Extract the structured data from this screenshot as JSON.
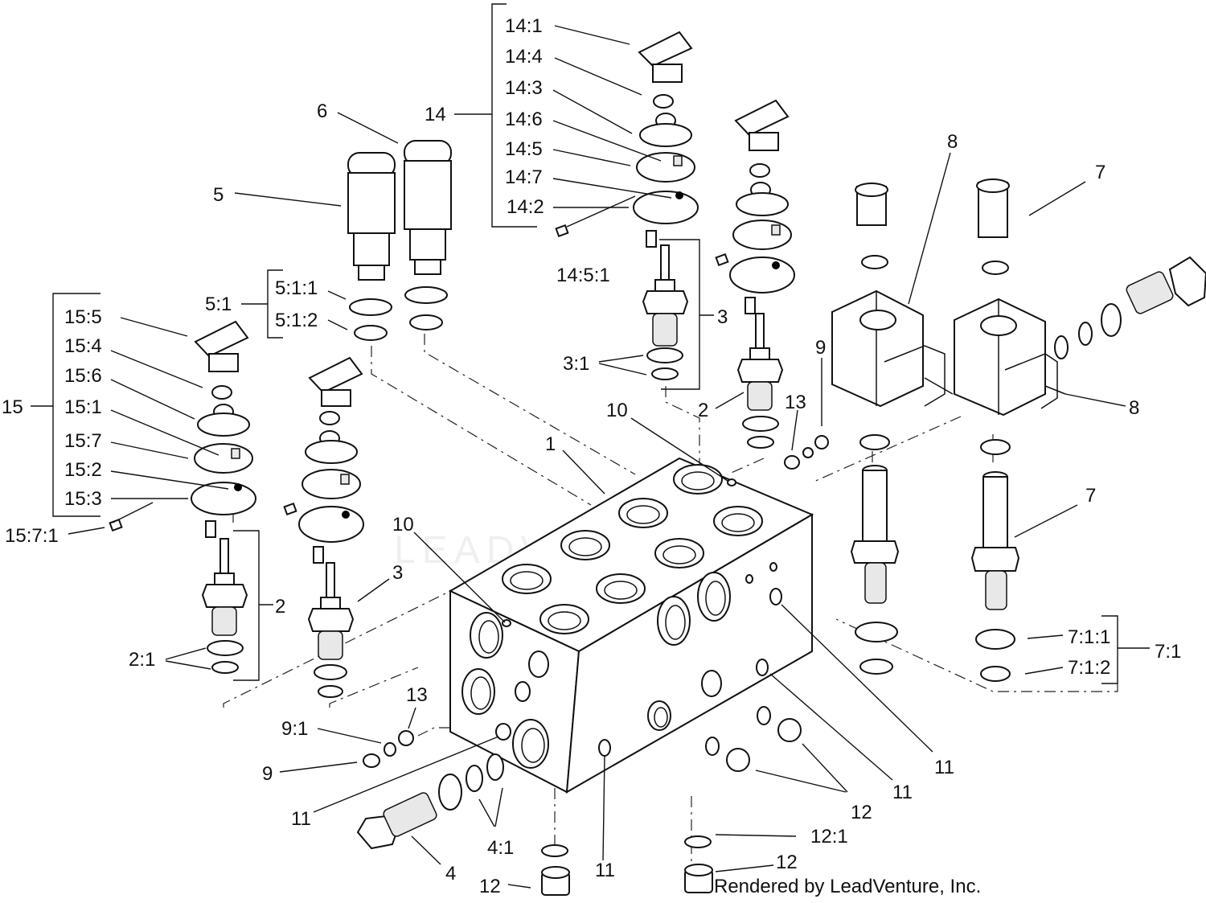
{
  "labels": {
    "l14_1": "14:1",
    "l14_4": "14:4",
    "l14_3": "14:3",
    "l14_6": "14:6",
    "l14_5": "14:5",
    "l14_7": "14:7",
    "l14_2": "14:2",
    "l14": "14",
    "l14_5_1": "14:5:1",
    "l6": "6",
    "l5": "5",
    "l5_1": "5:1",
    "l5_1_1": "5:1:1",
    "l5_1_2": "5:1:2",
    "l15": "15",
    "l15_5": "15:5",
    "l15_4": "15:4",
    "l15_6": "15:6",
    "l15_1": "15:1",
    "l15_7": "15:7",
    "l15_2": "15:2",
    "l15_3": "15:3",
    "l15_7_1": "15:7:1",
    "l3a": "3",
    "l3_1": "3:1",
    "l3b": "3",
    "l2a": "2",
    "l2b": "2",
    "l2_1": "2:1",
    "l1": "1",
    "l10a": "10",
    "l10b": "10",
    "l13a": "13",
    "l13b": "13",
    "l9a": "9",
    "l9b": "9",
    "l9_1": "9:1",
    "l8a": "8",
    "l8b": "8",
    "l7a": "7",
    "l7b": "7",
    "l7_1": "7:1",
    "l7_1_1": "7:1:1",
    "l7_1_2": "7:1:2",
    "l11a": "11",
    "l11b": "11",
    "l11c": "11",
    "l11d": "11",
    "l12a": "12",
    "l12b": "12",
    "l12c": "12",
    "l12_1": "12:1",
    "l4": "4",
    "l4_1": "4:1"
  },
  "watermark": "LEADVENTURE",
  "credit": "Rendered by LeadVenture, Inc."
}
